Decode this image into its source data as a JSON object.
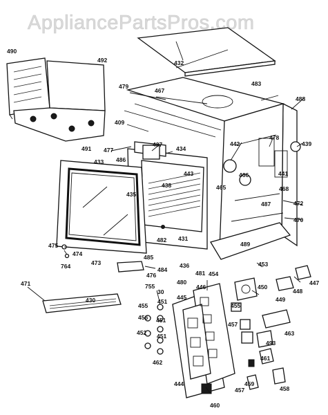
{
  "watermark": "AppliancePartsPros.com",
  "part_labels": {
    "p490": "490",
    "p492": "492",
    "p491": "491",
    "p432": "432",
    "p479": "479",
    "p467": "467",
    "p483": "483",
    "p488": "488",
    "p409": "409",
    "p442": "442",
    "p478": "478",
    "p439": "439",
    "p477": "477",
    "p437": "437",
    "p434": "434",
    "p433": "433",
    "p486": "486",
    "p443": "443",
    "p438": "438",
    "p466": "466",
    "p465": "465",
    "p441": "441",
    "p435": "435",
    "p468": "468",
    "p472": "472",
    "p487": "487",
    "p470": "470",
    "p431": "431",
    "p482": "482",
    "p489": "489",
    "p475": "475",
    "p474": "474",
    "p764": "764",
    "p473": "473",
    "p485": "485",
    "p484": "484",
    "p436": "436",
    "p453": "453",
    "p476": "476",
    "p481": "481",
    "p755": "755",
    "p480": "480",
    "p454": "454",
    "p447": "447",
    "p446": "446",
    "p448": "448",
    "p450": "450",
    "p471": "471",
    "p430": "430",
    "p30": "30",
    "p445": "445",
    "p449": "449",
    "p455a": "455",
    "p451a": "451",
    "p456": "456",
    "p457a": "457",
    "p451b": "451",
    "p455b": "455",
    "p463": "463",
    "p493": "493",
    "p452": "452",
    "p451c": "451",
    "p462": "462",
    "p461": "461",
    "p444": "444",
    "p457b": "457",
    "p459": "459",
    "p458": "458",
    "p460": "460"
  }
}
